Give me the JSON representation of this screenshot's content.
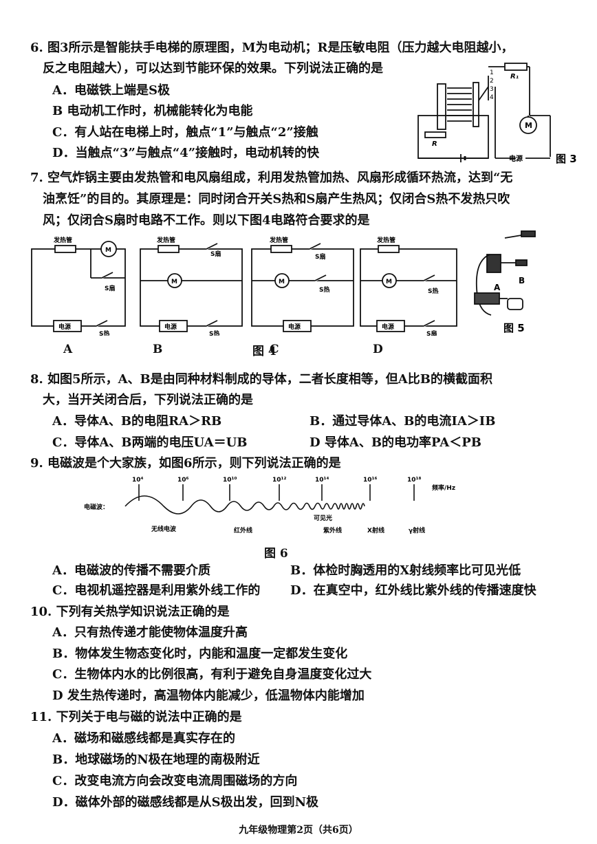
{
  "q6": {
    "line1": "6. 图3所示是智能扶手电梯的原理图，M为电动机；R是压敏电阻（压力越大电阻越小，",
    "line2": "反之电阻越大），可以达到节能环保的效果。下列说法正确的是",
    "options": [
      "A．电磁铁上端是S极",
      "B  电动机工作时，机械能转化为电能",
      "C．有人站在电梯上时，触点“1”与触点“2”接触",
      "D．当触点“3”与触点“4”接触时，电动机转的快"
    ],
    "fig": {
      "caption": "图 3",
      "r_label": "R",
      "r1_label": "R₁",
      "m_label": "M",
      "power_label": "电源",
      "contacts": [
        "1",
        "2",
        "3",
        "4"
      ]
    }
  },
  "q7": {
    "line1": "7. 空气炸锅主要由发热管和电风扇组成，利用发热管加热、风扇形成循环热流，达到“无",
    "line2": "油烹饪”的目的。其原理是：同时闭合开关S热和S扇产生热风；仅闭合S热不发热只吹",
    "line3": "风；仅闭合S扇时电路不工作。则以下图4电路符合要求的是",
    "fig4": {
      "caption": "图 4",
      "heater_label": "发热管",
      "power_label": "电源",
      "m_label": "M",
      "circuits": [
        {
          "letter": "A",
          "s_mid": "S扇",
          "s_bot": "S热"
        },
        {
          "letter": "B",
          "s_top": "S扇",
          "s_bot": "S热"
        },
        {
          "letter": "C",
          "s_top": "S扇",
          "s_mid": "S热"
        },
        {
          "letter": "D",
          "s_mid": "S热",
          "s_bot": "S扇"
        }
      ]
    }
  },
  "fig5": {
    "caption": "图 5",
    "a_label": "A",
    "b_label": "B"
  },
  "q8": {
    "line1": "8. 如图5所示，A、B是由同种材料制成的导体，二者长度相等，但A比B的横截面积",
    "line2": "大，当开关闭合后，下列说法正确的是",
    "options": [
      "A．导体A、B的电阻RA＞RB",
      "B．通过导体A、B的电流IA＞IB",
      "C．导体A、B两端的电压UA＝UB",
      "D  导体A、B的电功率PA＜PB"
    ]
  },
  "q9": {
    "line1": "9. 电磁波是个大家族，如图6所示，则下列说法正确的是",
    "fig": {
      "caption": "图 6",
      "wave_label": "电磁波：",
      "freq_unit": "频率/Hz",
      "ticks": [
        "10⁴",
        "10⁶",
        "10¹⁰",
        "10¹²",
        "10¹⁴",
        "10¹⁶",
        "10¹⁸"
      ],
      "bands": [
        "无线电波",
        "红外线",
        "可见光",
        "紫外线",
        "X射线",
        "γ射线"
      ]
    },
    "options": [
      "A．电磁波的传播不需要介质",
      "B．体检时胸透用的X射线频率比可见光低",
      "C．电视机遥控器是利用紫外线工作的",
      "D．在真空中，红外线比紫外线的传播速度快"
    ]
  },
  "q10": {
    "line1": "10. 下列有关热学知识说法正确的是",
    "options": [
      "A．只有热传递才能使物体温度升高",
      "B．物体发生物态变化时，内能和温度一定都发生变化",
      "C．生物体内水的比例很高，有利于避免自身温度变化过大",
      "D  发生热传递时，高温物体内能减少，低温物体内能增加"
    ]
  },
  "q11": {
    "line1": "11. 下列关于电与磁的说法中正确的是",
    "options": [
      "A．磁场和磁感线都是真实存在的",
      "B．地球磁场的N极在地理的南极附近",
      "C．改变电流方向会改变电流周围磁场的方向",
      "D．磁体外部的磁感线都是从S极出发，回到N极"
    ]
  },
  "footer": "九年级物理第2页（共6页）"
}
